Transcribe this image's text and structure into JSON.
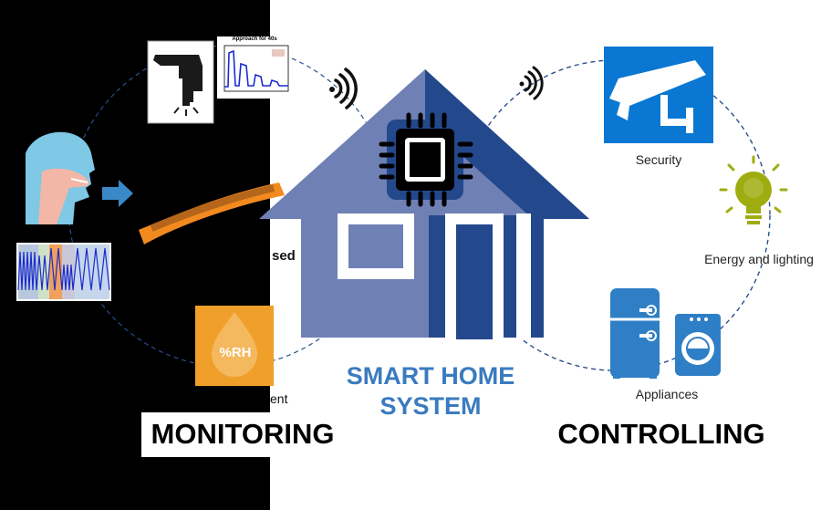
{
  "diagram": {
    "center_title": "SMART HOME\nSYSTEM",
    "center_title_line1": "SMART HOME",
    "center_title_line2": "SYSTEM",
    "monitoring_label": "MONITORING",
    "controlling_label": "CONTROLLING",
    "control_items": [
      {
        "label": "Security",
        "icon": "security-camera-icon"
      },
      {
        "label": "Energy and lighting",
        "icon": "light-bulb-icon"
      },
      {
        "label": "Appliances",
        "icon": "appliances-icon"
      }
    ],
    "monitoring_items": {
      "touch_chart_title": "Approach for 40s",
      "humidity_badge": "%RH",
      "partial_label_sed": "sed",
      "partial_label_ent": "ent"
    },
    "colors": {
      "house_light": "#6f80b5",
      "house_dark": "#23488c",
      "title_blue": "#3a7bbf",
      "humidity_orange": "#f0a02a",
      "security_blue": "#0a78d2",
      "bulb_green": "#9fac10",
      "appliance_blue": "#2f7fc6",
      "monitor_panel": "#000000"
    }
  }
}
